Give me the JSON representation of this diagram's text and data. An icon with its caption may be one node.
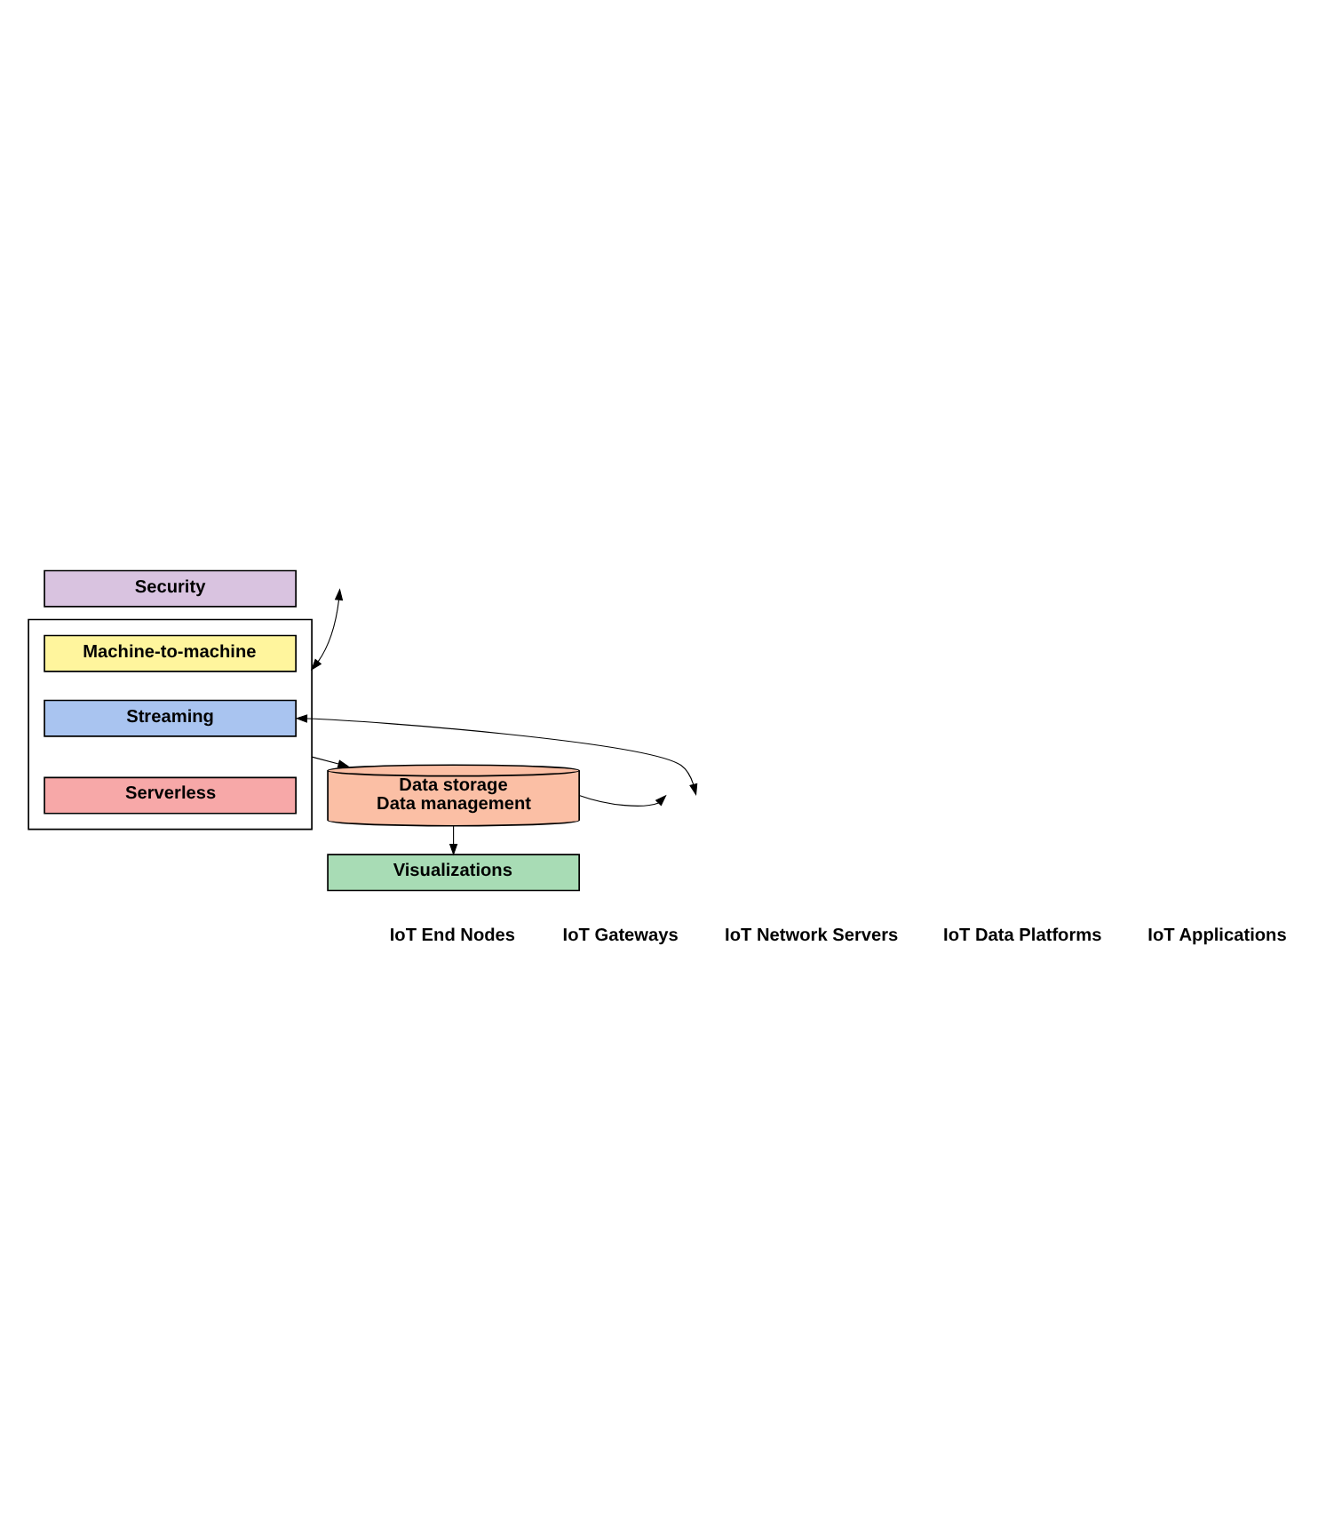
{
  "diagram": {
    "nodes": [
      {
        "text": [
          "Security"
        ]
      },
      {
        "text": [],
        "shape": "box"
      },
      {
        "text": [
          "Machine-to-machine"
        ],
        "in": 1
      },
      {
        "text": [
          "Streaming"
        ],
        "in": 1
      },
      {
        "text": [
          "Serverless"
        ],
        "in": 1
      },
      {
        "text": [
          "Data storage",
          "Data management"
        ]
      },
      {
        "text": [
          "Visualizations"
        ]
      }
    ],
    "edges": [
      {
        "from": null,
        "to": 1,
        "arrow": "both"
      },
      {
        "from": 3,
        "to": null,
        "arrow": "both"
      },
      {
        "from": 1,
        "to": 5,
        "arrow": "to"
      },
      {
        "from": 5,
        "to": null,
        "arrow": "to"
      },
      {
        "from": 5,
        "to": 6,
        "arrow": "to"
      }
    ],
    "labels": [
      "IoT End Nodes",
      "IoT Gateways",
      "IoT Network Servers",
      "IoT Data Platforms",
      "IoT Applications"
    ]
  }
}
